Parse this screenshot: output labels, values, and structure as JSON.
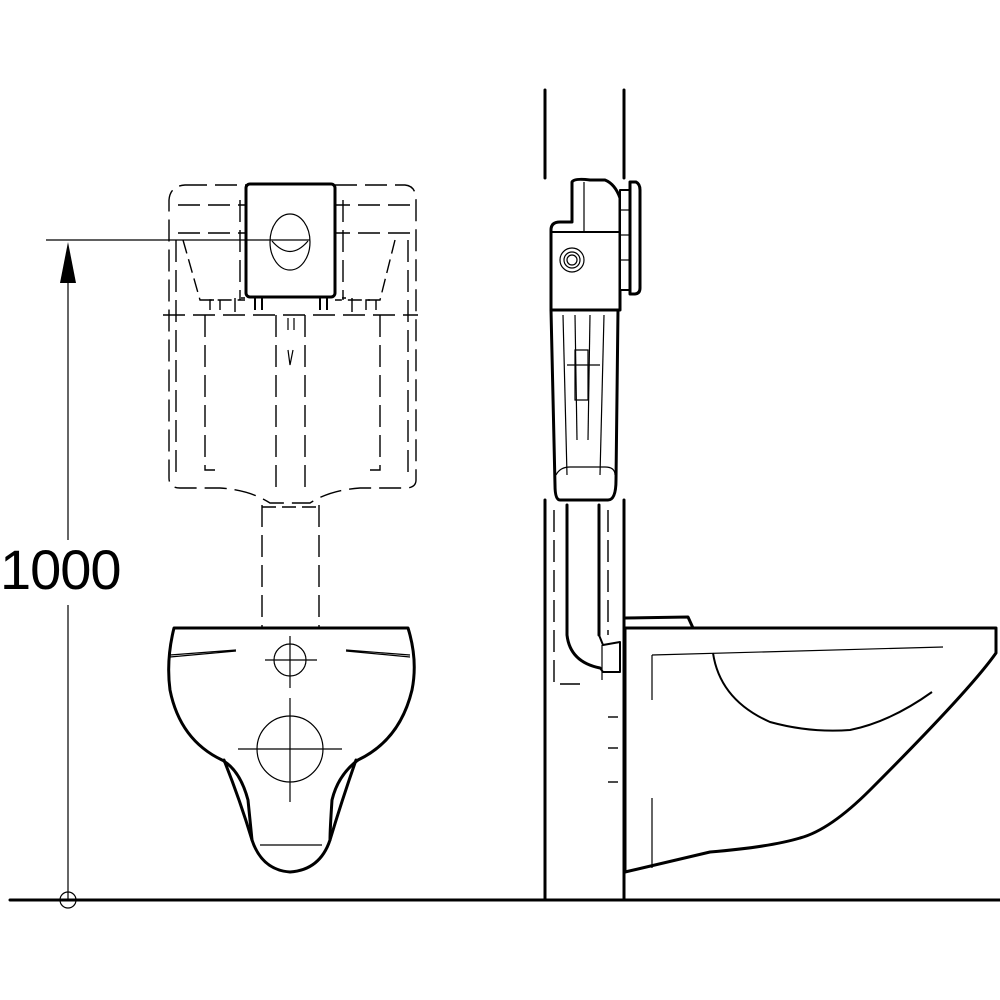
{
  "drawing": {
    "type": "technical elevation drawing",
    "views": [
      "front-view",
      "side-view"
    ],
    "subject": "wall-hung toilet with concealed cistern and flush plate",
    "line_color": "#000000",
    "background": "#ffffff"
  },
  "dimension": {
    "label": "1000",
    "orientation": "vertical",
    "from": "floor",
    "to": "flush-plate-centerline"
  }
}
